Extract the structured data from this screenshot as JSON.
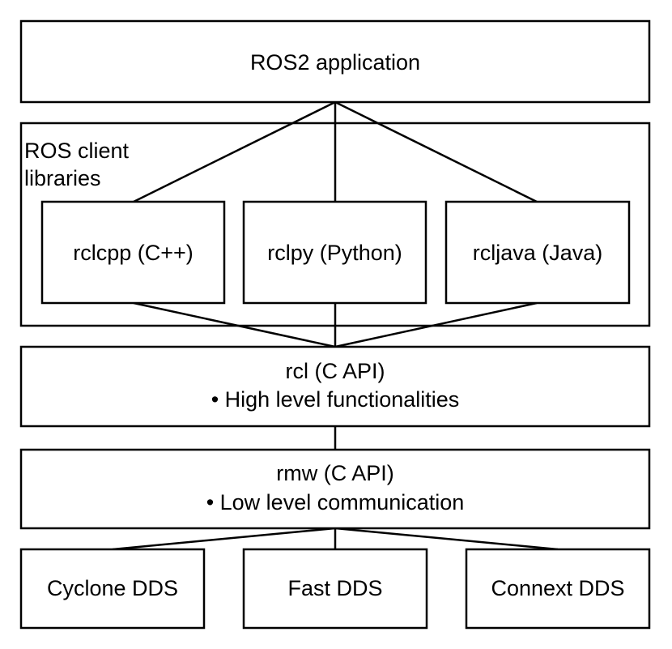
{
  "app_box": {
    "label": "ROS2 application"
  },
  "client_libraries": {
    "group_label_line1": "ROS client",
    "group_label_line2": "libraries",
    "libraries": [
      {
        "label": "rclcpp (C++)"
      },
      {
        "label": "rclpy (Python)"
      },
      {
        "label": "rcljava (Java)"
      }
    ]
  },
  "rcl": {
    "title": "rcl (C API)",
    "bullet": "• High level functionalities"
  },
  "rmw": {
    "title": "rmw (C API)",
    "bullet": "• Low level communication"
  },
  "dds_implementations": [
    {
      "label": "Cyclone DDS"
    },
    {
      "label": "Fast DDS"
    },
    {
      "label": "Connext DDS"
    }
  ]
}
